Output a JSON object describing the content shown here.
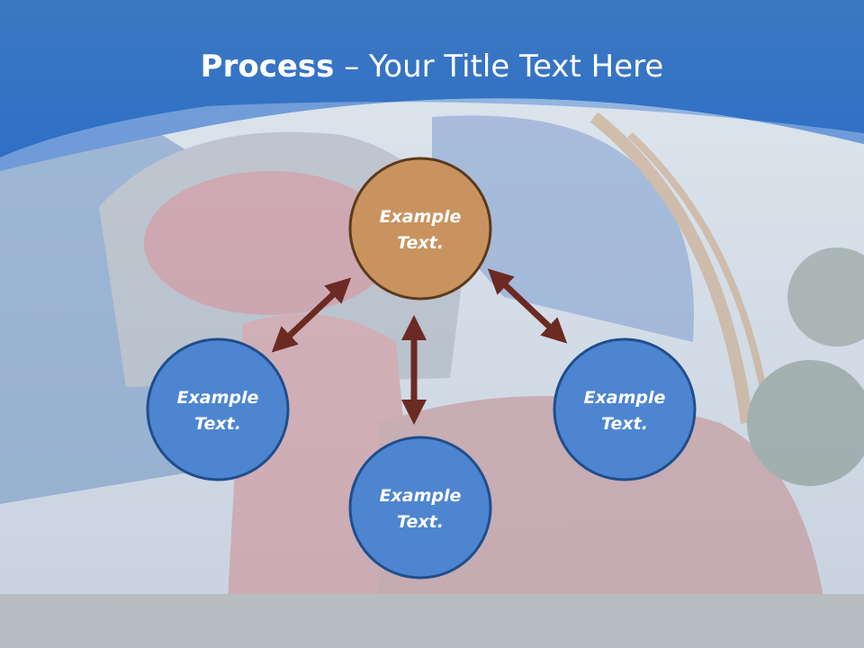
{
  "slide": {
    "title_bold": "Process",
    "title_sep": " – ",
    "title_rest": "Your Title Text Here"
  },
  "nodes": [
    {
      "id": "top",
      "line1": "Example",
      "line2": "Text.",
      "fill": "#c9935f",
      "stroke": "#5c3a1c"
    },
    {
      "id": "left",
      "line1": "Example",
      "line2": "Text.",
      "fill": "#4d85d1",
      "stroke": "#1f4e8c"
    },
    {
      "id": "bottom",
      "line1": "Example",
      "line2": "Text.",
      "fill": "#4d85d1",
      "stroke": "#1f4e8c"
    },
    {
      "id": "right",
      "line1": "Example",
      "line2": "Text.",
      "fill": "#4d85d1",
      "stroke": "#1f4e8c"
    }
  ],
  "colors": {
    "header_blue": "#2f6fc0",
    "arrow": "#6b2a22"
  },
  "background_image": "amusement-park water slide photo (faded)"
}
